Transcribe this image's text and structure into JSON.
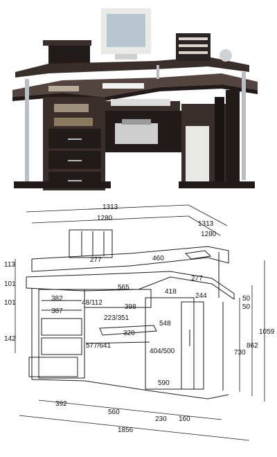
{
  "photo": {
    "colors": {
      "wood": "#3a2e2b",
      "wood_dark": "#231b19",
      "wood_light": "#54443f",
      "steel": "#b9bec4",
      "steel_dark": "#7d838a",
      "monitor": "#e9e9e6",
      "screen": "#b8c6d2"
    }
  },
  "drawing": {
    "colors": {
      "line": "#1a1a1a",
      "shade": "#d8d8d8"
    },
    "dimensions": {
      "top_width_outer": "1313",
      "top_width_inner": "1280",
      "side_depth_outer": "1313",
      "side_depth_inner": "1280",
      "shelf_depth": "277",
      "shelf_length": "460",
      "desk_depth": "565",
      "corner_depth": "418",
      "side_shelf_depth": "277",
      "side_shelf_height": "244",
      "h_113": "113",
      "h_101_a": "101",
      "h_101_b": "101",
      "h_142": "142",
      "drawer_width": "382",
      "drawer_depth": "387",
      "compartment": "48/112",
      "keyboard_width": "398",
      "cpu_opening": "223/351",
      "keyboard_depth": "320",
      "side_548": "548",
      "legroom": "577/641",
      "cpu_height": "404/500",
      "cpu_width": "590",
      "h_50_a": "50",
      "h_50_b": "50",
      "h_730": "730",
      "h_862": "862",
      "h_1059": "1059",
      "base_392": "392",
      "base_560": "560",
      "base_230": "230",
      "base_160": "160",
      "total_width": "1856"
    }
  }
}
